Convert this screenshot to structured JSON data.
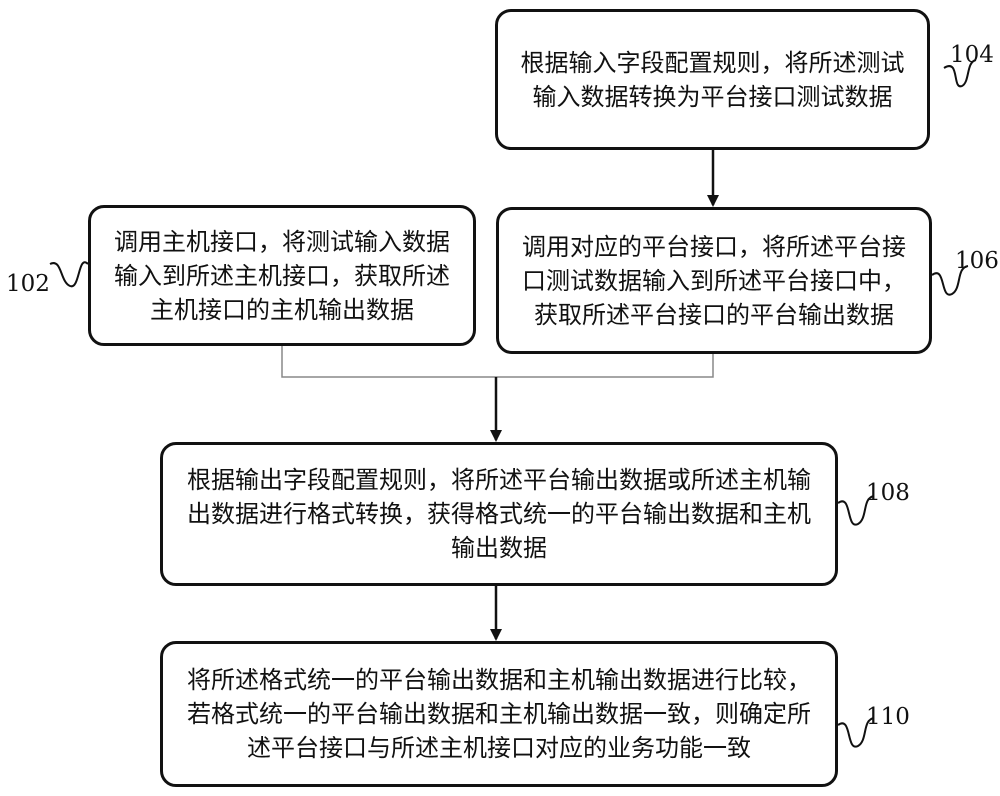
{
  "steps": [
    {
      "id": "104",
      "text": "根据输入字段配置规则，将所述测试输入数据转换为平台接口测试数据"
    },
    {
      "id": "102",
      "text": "调用主机接口，将测试输入数据输入到所述主机接口，获取所述主机接口的主机输出数据"
    },
    {
      "id": "106",
      "text": "调用对应的平台接口，将所述平台接口测试数据输入到所述平台接口中，获取所述平台接口的平台输出数据"
    },
    {
      "id": "108",
      "text": "根据输出字段配置规则，将所述平台输出数据或所述主机输出数据进行格式转换，获得格式统一的平台输出数据和主机输出数据"
    },
    {
      "id": "110",
      "text": "将所述格式统一的平台输出数据和主机输出数据进行比较，若格式统一的平台输出数据和主机输出数据一致，则确定所述平台接口与所述主机接口对应的业务功能一致"
    }
  ]
}
